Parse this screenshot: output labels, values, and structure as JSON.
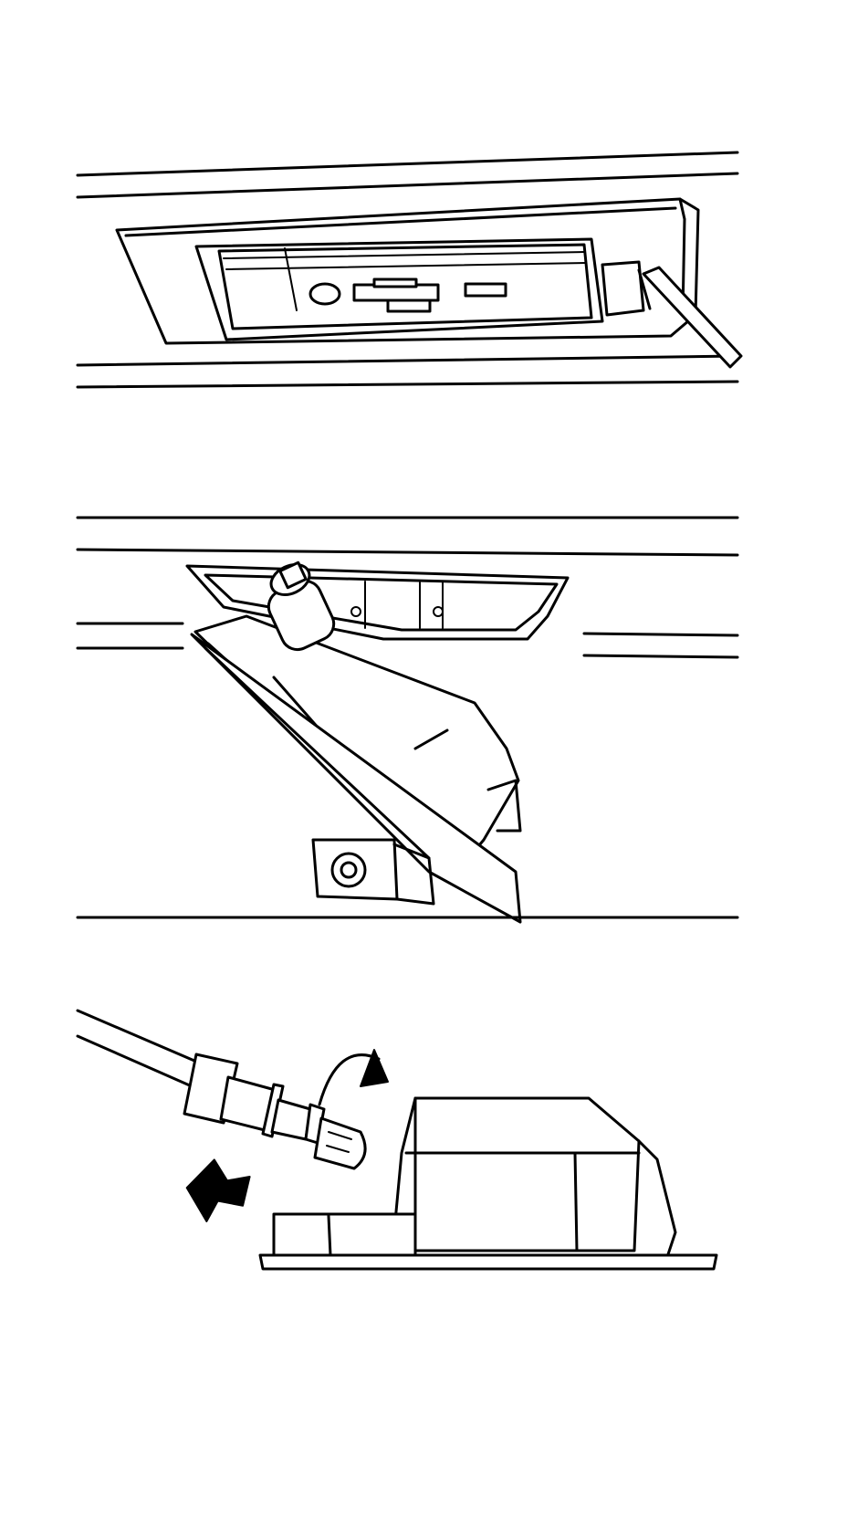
{
  "figure": {
    "panels": [
      {
        "id": "step-1-pry-lamp",
        "subject": "license-lamp-in-bumper-recess",
        "tool": "flat-blade-screwdriver"
      },
      {
        "id": "step-2-lamp-tilted-out",
        "subject": "license-lamp-pivoted-out-with-bulb-socket"
      },
      {
        "id": "step-3-remove-socket",
        "subject": "bulb-socket-and-lamp-housing",
        "indicators": [
          "rotate-arrow-icon",
          "pull-arrow-icon"
        ]
      }
    ]
  },
  "colors": {
    "ink": "#000000",
    "paper": "#ffffff"
  }
}
